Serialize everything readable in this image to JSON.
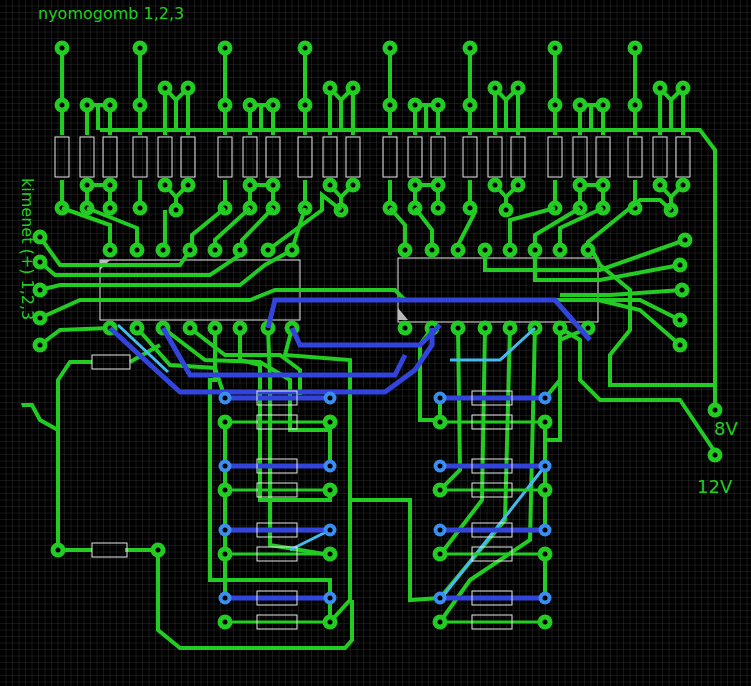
{
  "diagram": {
    "labels": [
      "nyomogomb 1,2,3",
      "kimenet (+) 1,2,3",
      "-",
      "8V",
      "12V"
    ]
  }
}
